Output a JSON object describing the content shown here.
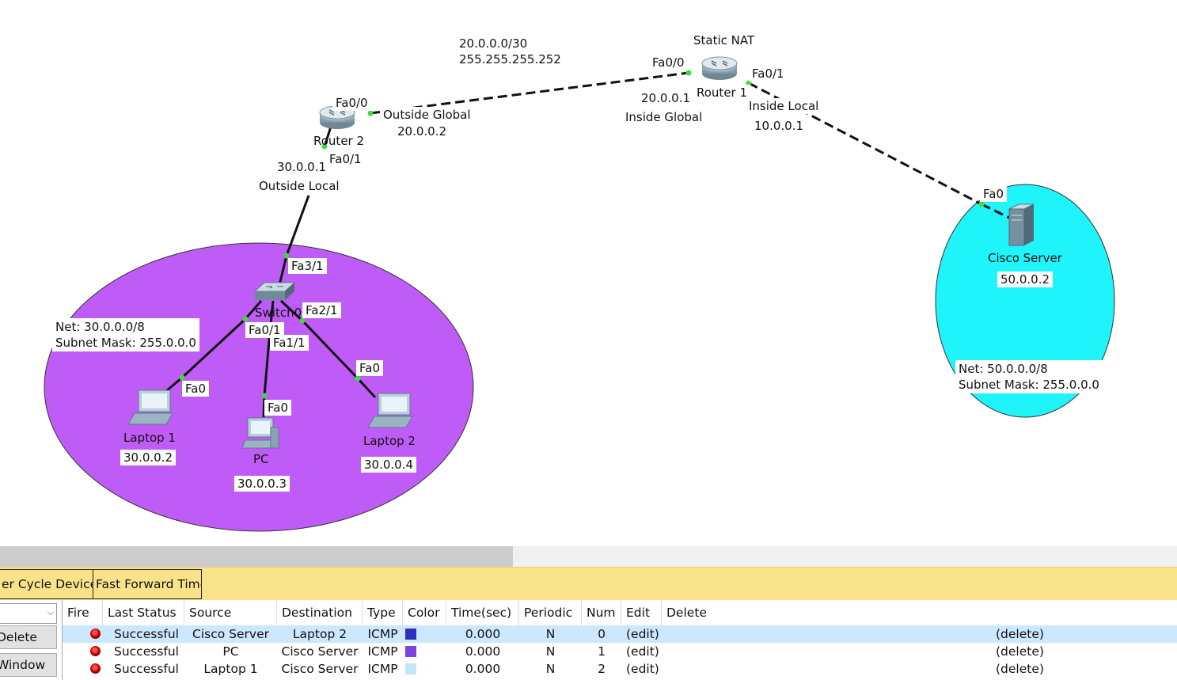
{
  "topology": {
    "router1": {
      "name": "Router 1",
      "title": "Static NAT",
      "port_a": "Fa0/0",
      "port_b": "Fa0/1",
      "ip_a": "20.0.0.1",
      "ip_a_role": "Inside Global",
      "ip_b_role": "Inside Local",
      "ip_b": "10.0.0.1"
    },
    "router2": {
      "name": "Router 2",
      "port_a": "Fa0/0",
      "port_b": "Fa0/1",
      "ip_a_role": "Outside Global",
      "ip_a": "20.0.0.2",
      "ip_b": "30.0.0.1",
      "ip_b_role": "Outside Local"
    },
    "wan_note": "20.0.0.0/30\n255.255.255.252",
    "switch": {
      "name": "Switch0",
      "ports": {
        "uplink": "Fa3/1",
        "p2": "Fa2/1",
        "p0": "Fa0/1",
        "p1": "Fa1/1"
      }
    },
    "laptop1": {
      "name": "Laptop 1",
      "port": "Fa0",
      "ip": "30.0.0.2"
    },
    "pc": {
      "name": "PC",
      "port": "Fa0",
      "ip": "30.0.0.3"
    },
    "laptop2": {
      "name": "Laptop 2",
      "port": "Fa0",
      "ip": "30.0.0.4"
    },
    "server": {
      "name": "Cisco Server",
      "port": "Fa0",
      "ip": "50.0.0.2"
    },
    "lan_note": "Net: 30.0.0.0/8\nSubnet Mask: 255.0.0.0",
    "server_note": "Net: 50.0.0.0/8\nSubnet Mask: 255.0.0.0",
    "colors": {
      "lan_cloud": "#bf5cf7",
      "server_cloud": "#1ef4f9"
    }
  },
  "toolbar": {
    "power_cycle": "er Cycle Devices",
    "fast_forward": "Fast Forward Time"
  },
  "side": {
    "delete_label": "Delete",
    "window_label": "Window"
  },
  "pdu_table": {
    "headers": {
      "fire": "Fire",
      "last_status": "Last Status",
      "source": "Source",
      "destination": "Destination",
      "type": "Type",
      "color": "Color",
      "time": "Time(sec)",
      "periodic": "Periodic",
      "num": "Num",
      "edit": "Edit",
      "delete": "Delete"
    },
    "rows": [
      {
        "status": "Successful",
        "source": "Cisco Server",
        "destination": "Laptop 2",
        "type": "ICMP",
        "color": "#2e2ebd",
        "time": "0.000",
        "periodic": "N",
        "num": "0",
        "edit": "(edit)",
        "delete": "(delete)"
      },
      {
        "status": "Successful",
        "source": "PC",
        "destination": "Cisco Server",
        "type": "ICMP",
        "color": "#7a44e0",
        "time": "0.000",
        "periodic": "N",
        "num": "1",
        "edit": "(edit)",
        "delete": "(delete)"
      },
      {
        "status": "Successful",
        "source": "Laptop 1",
        "destination": "Cisco Server",
        "type": "ICMP",
        "color": "#c3e6f7",
        "time": "0.000",
        "periodic": "N",
        "num": "2",
        "edit": "(edit)",
        "delete": "(delete)"
      }
    ]
  }
}
